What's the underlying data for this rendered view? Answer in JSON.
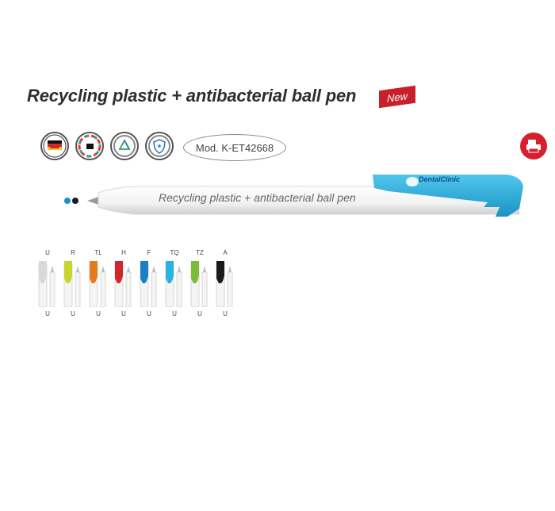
{
  "title": "Recycling plastic + antibacterial ball pen",
  "new_badge": "New",
  "model": "Mod. K-ET42668",
  "pen_imprint": "Recycling plastic + antibacterial ball pen",
  "logo_text": "DentalClinic",
  "certifications": [
    "made-in-germany-icon",
    "mix-match-it-icon",
    "recycled-plastic-icon",
    "antibacterial-shield-icon"
  ],
  "dot_colors": [
    "#1a8fd0",
    "#1d1d1d"
  ],
  "clip_color": "#2ab3e0",
  "variants": [
    {
      "top": "U",
      "bottom": "U",
      "color": "#d9d9d9"
    },
    {
      "top": "R",
      "bottom": "U",
      "color": "#c8d62b"
    },
    {
      "top": "TL",
      "bottom": "U",
      "color": "#e87a1e"
    },
    {
      "top": "H",
      "bottom": "U",
      "color": "#d1262c"
    },
    {
      "top": "F",
      "bottom": "U",
      "color": "#1a7fc4"
    },
    {
      "top": "TQ",
      "bottom": "U",
      "color": "#2ab3e0"
    },
    {
      "top": "TZ",
      "bottom": "U",
      "color": "#7dbb3a"
    },
    {
      "top": "A",
      "bottom": "U",
      "color": "#1a1a1a"
    }
  ]
}
